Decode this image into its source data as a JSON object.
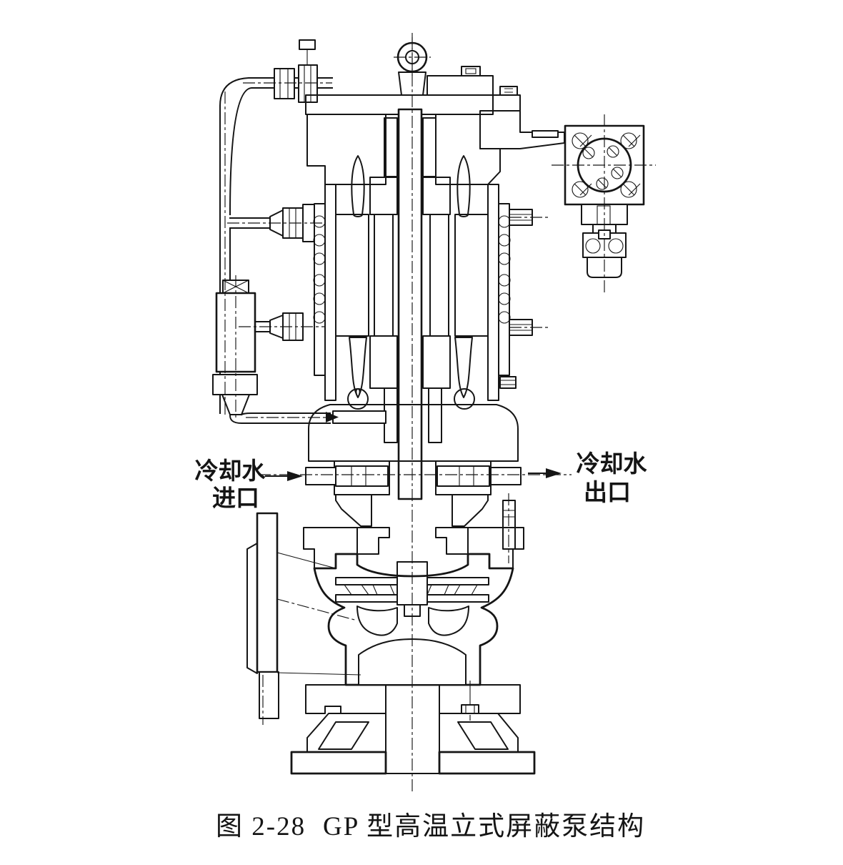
{
  "figure": {
    "caption_prefix": "图 2-28",
    "caption_title": "GP 型高温立式屏蔽泵结构"
  },
  "labels": {
    "coolant_inlet": {
      "line1": "冷却水",
      "line2": "进口"
    },
    "coolant_outlet": {
      "line1": "冷却水",
      "line2": "出口"
    }
  },
  "colors": {
    "ink": "#151515",
    "paper": "#ffffff"
  }
}
